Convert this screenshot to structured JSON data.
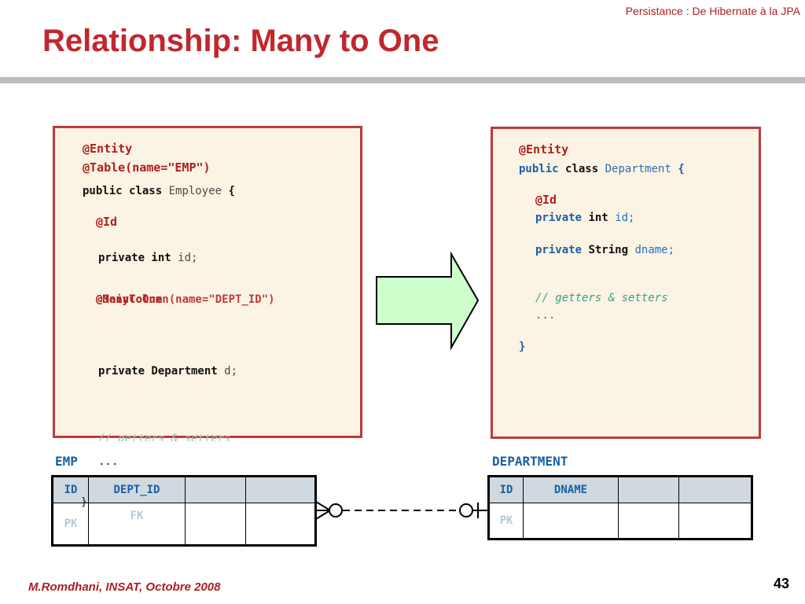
{
  "header": {
    "course": "Persistance : De Hibernate à la JPA",
    "title": "Relationship:  Many to One"
  },
  "employee_code": {
    "entity": "@Entity",
    "table": "@Table(name=\"EMP\")",
    "class_kw": "public class",
    "class_name": "Employee",
    "brace_open": "{",
    "id_ann": "@Id",
    "id_kw": "private int",
    "id_name": "id;",
    "manytoone": "@ManyToOne",
    "joincolumn": "@JoinColumn(name=\"DEPT_ID\")",
    "dept_kw": "private Department",
    "dept_name": "d;",
    "getters": "// getters & setters",
    "ellipsis": "...",
    "brace_close": "}"
  },
  "department_code": {
    "entity": "@Entity",
    "public_kw": "public",
    "class_kw": "class",
    "class_name": "Department",
    "brace_open": "{",
    "id_ann": "@Id",
    "id_private": "private",
    "id_type": "int",
    "id_name": "id;",
    "dname_private": "private",
    "dname_type": "String",
    "dname_name": "dname;",
    "getters": "// getters & setters",
    "ellipsis": "...",
    "brace_close": "}"
  },
  "emp_table": {
    "label": "EMP",
    "columns": [
      "ID",
      "DEPT_ID",
      "",
      ""
    ],
    "row": [
      "PK",
      "FK",
      "",
      ""
    ]
  },
  "dept_table": {
    "label": "DEPARTMENT",
    "columns": [
      "ID",
      "DNAME",
      "",
      ""
    ],
    "row": [
      "PK",
      "",
      "",
      ""
    ]
  },
  "footer": {
    "author": "M.Romdhani, INSAT, Octobre 2008",
    "page": "43"
  },
  "colors": {
    "title": "#c1272d",
    "box_border": "#c0393b",
    "box_fill": "#fbf3e4",
    "arrow_fill": "#ccffcc",
    "table_header": "#cfd9df"
  }
}
